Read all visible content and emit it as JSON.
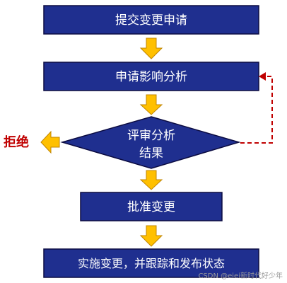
{
  "diagram": {
    "steps": {
      "submit": "提交变更申请",
      "analysis": "申请影响分析",
      "review_line1": "评审分析",
      "review_line2": "结果",
      "approve": "批准变更",
      "implement": "实施变更，并跟踪和发布状态"
    },
    "reject_label": "拒绝",
    "colors": {
      "box_fill": "#1F2F8F",
      "box_border": "#0B0B40",
      "arrow_fill": "#FFC000",
      "arrow_stroke": "#C08400",
      "reject_text": "#C00000",
      "loop_line": "#C00000",
      "text": "#ffffff"
    }
  },
  "watermark": "CSDN @eiei新时代好少年"
}
